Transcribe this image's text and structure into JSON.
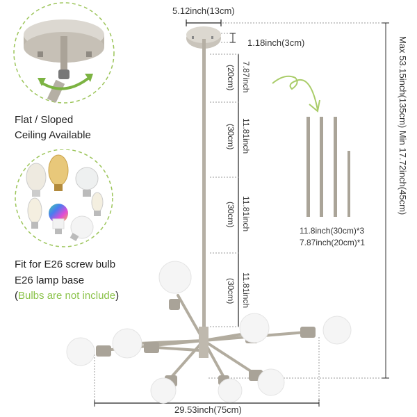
{
  "features": {
    "ceiling": {
      "line1": "Flat / Sloped",
      "line2": "Ceiling Available",
      "icon": "ceiling-canopy-swivel-icon"
    },
    "bulbs": {
      "line1": "Fit for E26 screw bulb",
      "line2": "E26 lamp base",
      "note_open": "(",
      "note_text": "Bulbs are not include",
      "note_close": ")",
      "icon": "assorted-bulbs-icon"
    }
  },
  "dimensions": {
    "canopy_width": "5.12inch(13cm)",
    "canopy_height": "1.18inch(3cm)",
    "rod_segments": [
      {
        "inch": "7.87inch",
        "cm": "(20cm)"
      },
      {
        "inch": "11.81inch",
        "cm": "(30cm)"
      },
      {
        "inch": "11.81inch",
        "cm": "(30cm)"
      },
      {
        "inch": "11.81inch",
        "cm": "(30cm)"
      }
    ],
    "total_height": "Max 53.15inch(135cm)  Min 17.72inch(45cm)",
    "overall_width": "29.53inch(75cm)"
  },
  "rods": {
    "line1": "11.8inch(30cm)*3",
    "line2": "7.87inch(20cm)*1"
  },
  "colors": {
    "accent_green": "#8bc34a",
    "metal": "#b8b2a6",
    "bulb": "#f4f4f4"
  }
}
